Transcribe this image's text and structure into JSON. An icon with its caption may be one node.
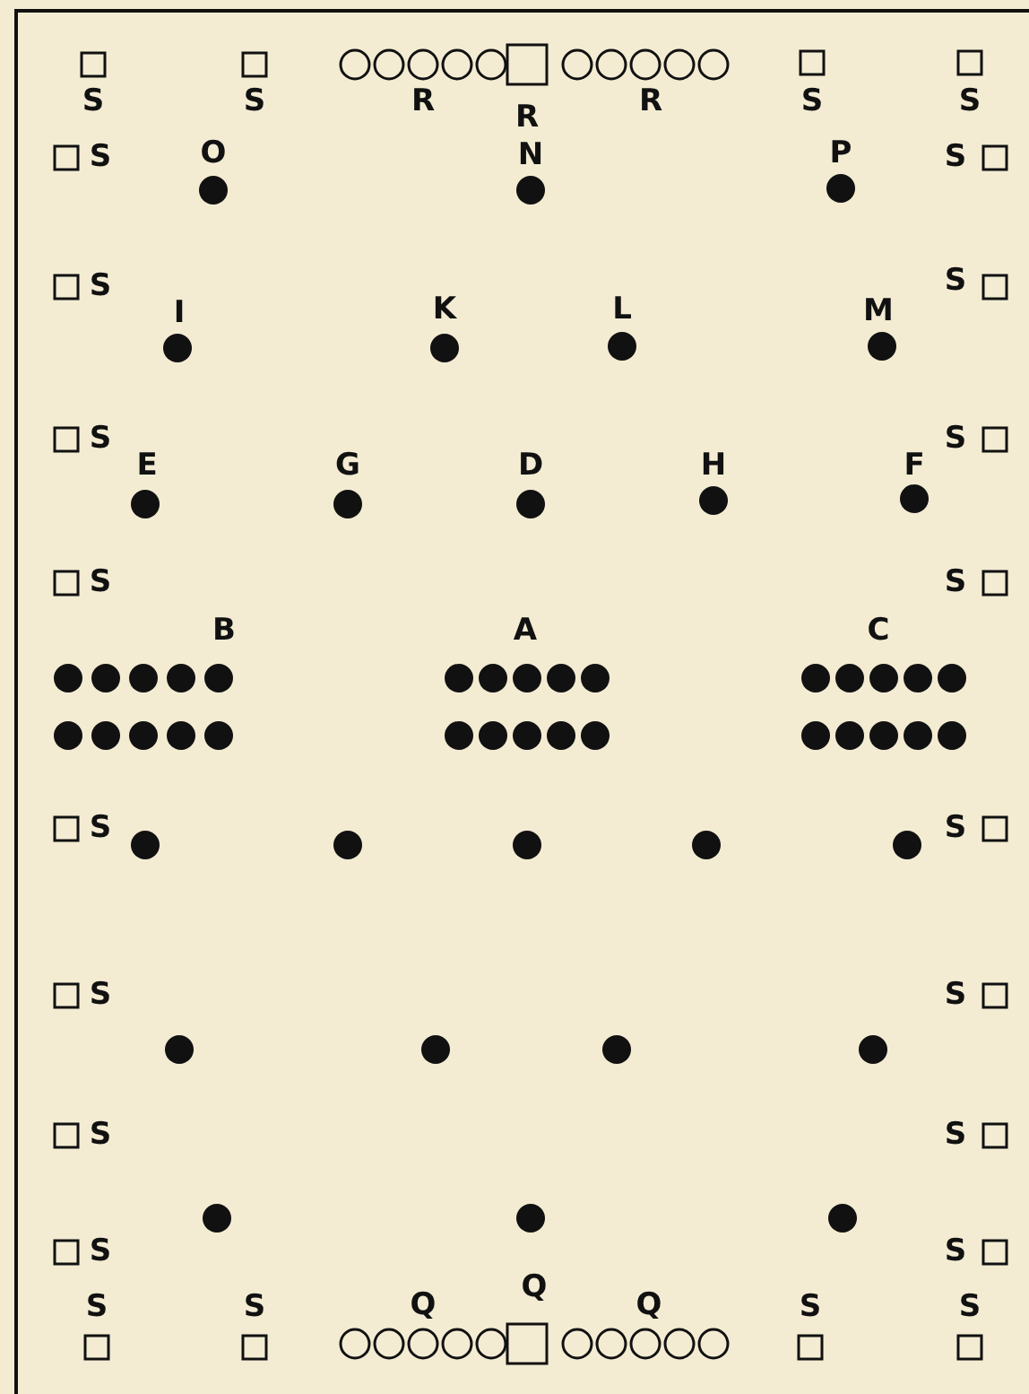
{
  "diagram": {
    "labels": [
      "S",
      "S",
      "R",
      "R",
      "R",
      "S",
      "S",
      "S",
      "O",
      "N",
      "P",
      "S",
      "S",
      "S",
      "I",
      "K",
      "L",
      "M",
      "S",
      "S",
      "E",
      "G",
      "D",
      "H",
      "F",
      "S",
      "S",
      "B",
      "A",
      "C",
      "S",
      "S",
      "S",
      "S",
      "S",
      "S",
      "S",
      "S",
      "S",
      "S",
      "Q",
      "Q",
      "Q",
      "S",
      "S"
    ]
  }
}
